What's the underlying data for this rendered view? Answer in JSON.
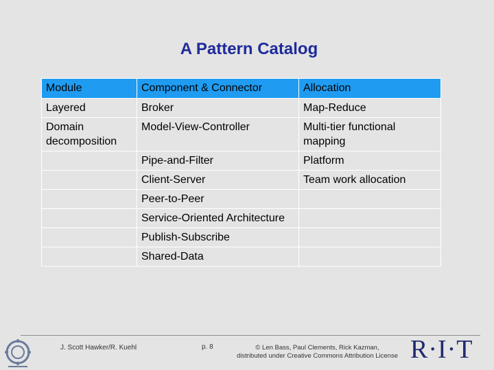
{
  "title": "A Pattern Catalog",
  "table": {
    "headers": [
      "Module",
      "Component & Connector",
      "Allocation"
    ],
    "rows": [
      [
        "Layered",
        "Broker",
        "Map-Reduce"
      ],
      [
        "Domain decomposition",
        "Model-View-Controller",
        "Multi-tier functional mapping"
      ],
      [
        "",
        "Pipe-and-Filter",
        "Platform"
      ],
      [
        "",
        "Client-Server",
        "Team work allocation"
      ],
      [
        "",
        "Peer-to-Peer",
        ""
      ],
      [
        "",
        "Service-Oriented Architecture",
        ""
      ],
      [
        "",
        "Publish-Subscribe",
        ""
      ],
      [
        "",
        "Shared-Data",
        ""
      ]
    ]
  },
  "footer": {
    "author": "J. Scott Hawker/R. Kuehl",
    "page": "p. 8",
    "copyright_line1": "© Len Bass, Paul Clements, Rick Kazman,",
    "copyright_line2": "distributed under Creative Commons Attribution License",
    "logo_text": "R·I·T"
  },
  "colors": {
    "header_fill": "#1f9cf2",
    "title": "#1f2a9a",
    "background": "#e4e4e4"
  }
}
